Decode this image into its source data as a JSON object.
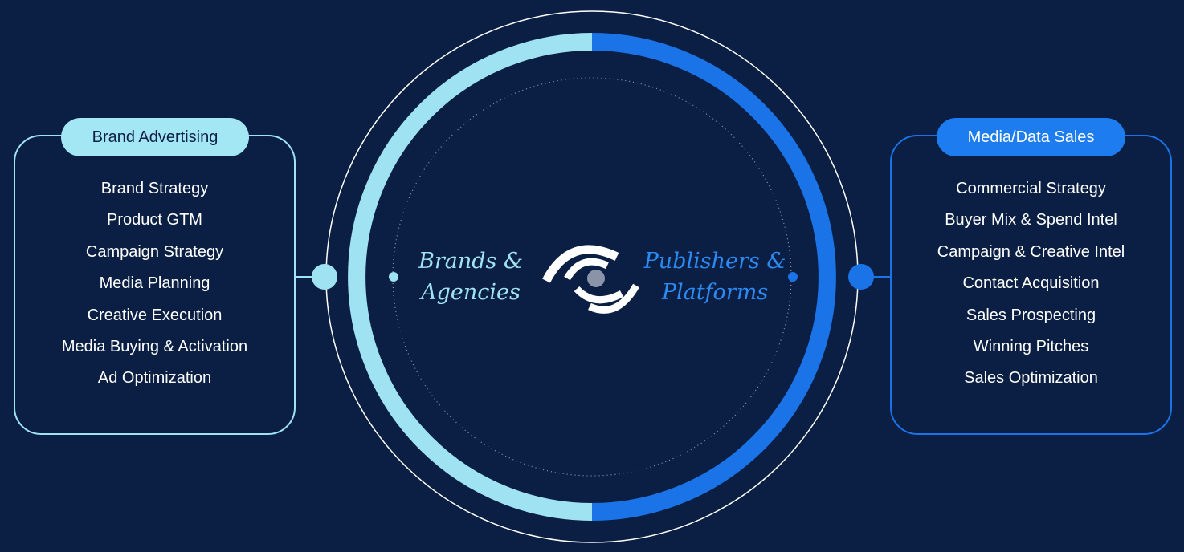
{
  "colors": {
    "background": "#0b1f45",
    "light_accent": "#9fe3f3",
    "blue_accent": "#1a74e8",
    "white": "#ffffff"
  },
  "left_panel": {
    "title": "Brand Advertising",
    "items": [
      "Brand Strategy",
      "Product GTM",
      "Campaign Strategy",
      "Media Planning",
      "Creative Execution",
      "Media Buying & Activation",
      "Ad Optimization"
    ]
  },
  "right_panel": {
    "title": "Media/Data Sales",
    "items": [
      "Commercial Strategy",
      "Buyer Mix & Spend Intel",
      "Campaign & Creative Intel",
      "Contact Acquisition",
      "Sales Prospecting",
      "Winning Pitches",
      "Sales Optimization"
    ]
  },
  "center": {
    "left_label": [
      "Brands &",
      "Agencies"
    ],
    "right_label": [
      "Publishers &",
      "Platforms"
    ],
    "logo_icon": "signal-swirl-icon"
  }
}
